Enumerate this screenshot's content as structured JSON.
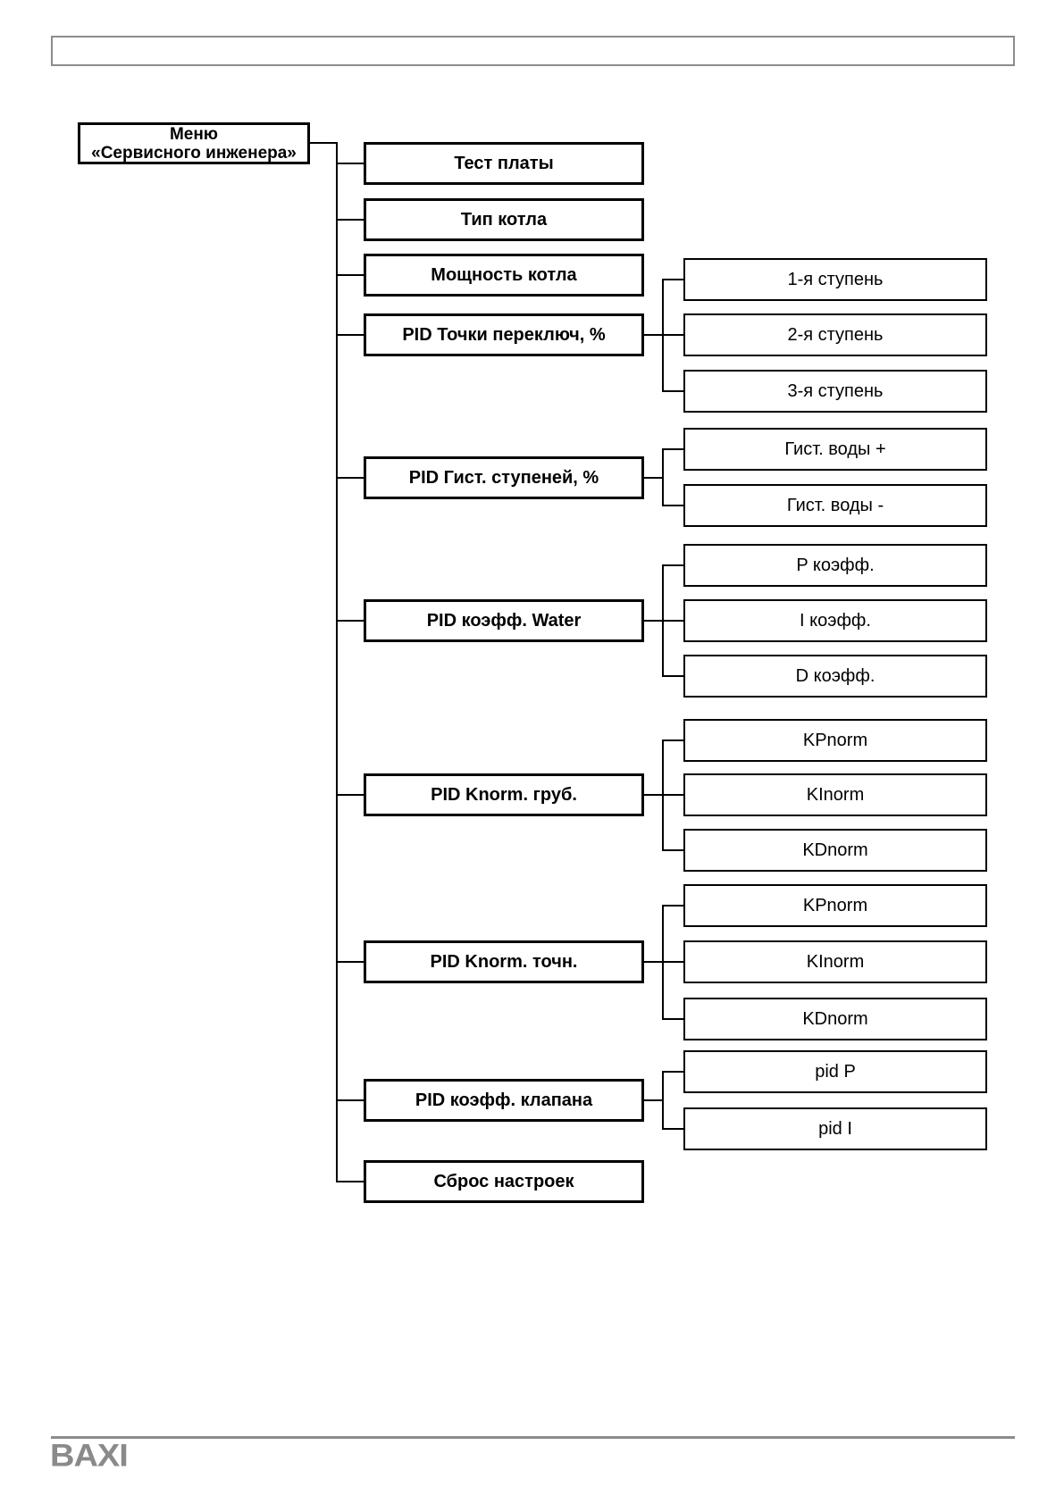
{
  "page": {
    "logo": "BAXI",
    "colors": {
      "node_border": "#000000",
      "frame_gray": "#8c8c8c",
      "logo_gray": "#8a8a8a"
    }
  },
  "diagram": {
    "root": {
      "line1": "Меню",
      "line2": "«Сервисного инженера»"
    },
    "menu_items": [
      {
        "label": "Тест платы",
        "children": []
      },
      {
        "label": "Тип котла",
        "children": []
      },
      {
        "label": "Мощность котла",
        "children": []
      },
      {
        "label": "PID Точки переключ, %",
        "children": [
          "1-я ступень",
          "2-я ступень",
          "3-я ступень"
        ]
      },
      {
        "label": "PID Гист. ступеней, %",
        "children": [
          "Гист. воды +",
          "Гист. воды -"
        ]
      },
      {
        "label": "PID коэфф. Water",
        "children": [
          "P коэфф.",
          "I коэфф.",
          "D коэфф."
        ]
      },
      {
        "label": "PID Knorm. груб.",
        "children": [
          "KPnorm",
          "KInorm",
          "KDnorm"
        ]
      },
      {
        "label": "PID Knorm. точн.",
        "children": [
          "KPnorm",
          "KInorm",
          "KDnorm"
        ]
      },
      {
        "label": "PID коэфф. клапана",
        "children": [
          "pid P",
          "pid I"
        ]
      },
      {
        "label": "Сброс настроек",
        "children": []
      }
    ]
  }
}
